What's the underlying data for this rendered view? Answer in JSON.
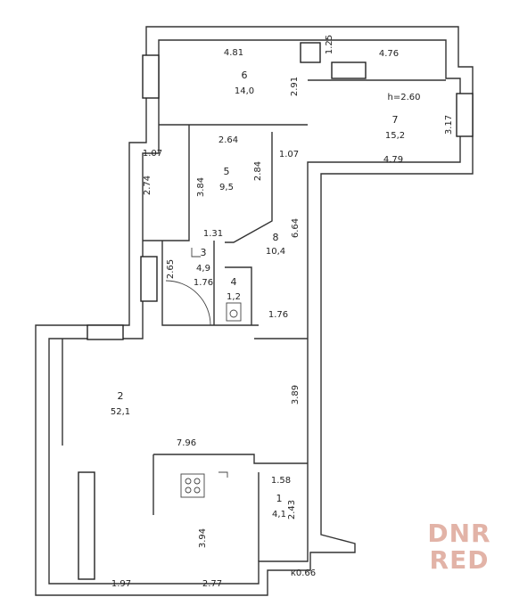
{
  "rooms": [
    {
      "id": "1",
      "area": "4,1",
      "dim": "2.43"
    },
    {
      "id": "2",
      "area": "52,1"
    },
    {
      "id": "3",
      "area": "4,9"
    },
    {
      "id": "4",
      "area": "1,2"
    },
    {
      "id": "5",
      "area": "9,5"
    },
    {
      "id": "6",
      "area": "14,0"
    },
    {
      "id": "7",
      "area": "15,2"
    },
    {
      "id": "8",
      "area": "10,4"
    }
  ],
  "dimensions": {
    "d481": "4.81",
    "d125": "1.25",
    "d476": "4.76",
    "d291": "2.91",
    "dh260": "h=2.60",
    "d317": "3.17",
    "d264": "2.64",
    "d107a": "1.07",
    "d107b": "1.07",
    "d479": "4.79",
    "d274": "2.74",
    "d384": "3.84",
    "d284": "2.84",
    "d664": "6.64",
    "d131": "1.31",
    "d265": "2.65",
    "d176a": "1.76",
    "d176b": "1.76",
    "d389": "3.89",
    "d796": "7.96",
    "d158": "1.58",
    "d394": "3.94",
    "d197": "1.97",
    "d277": "2.77",
    "dk066": "к0.66"
  },
  "watermark": {
    "line1": "DNR",
    "line2": "RED",
    "color": "#d99a8a"
  }
}
